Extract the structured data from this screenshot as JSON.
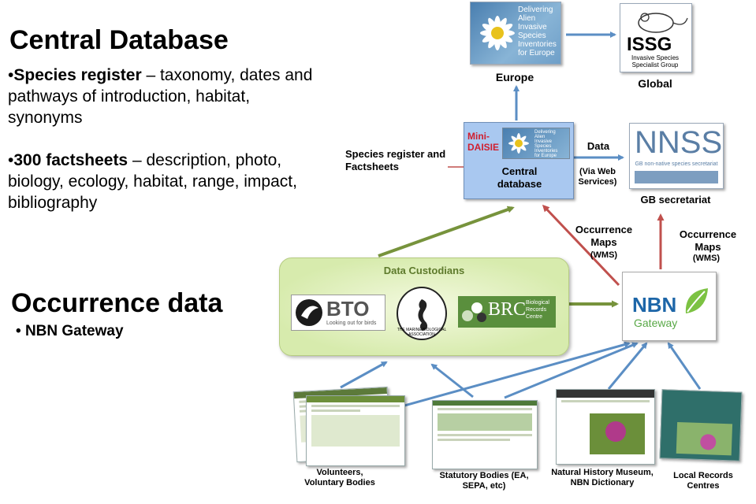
{
  "left": {
    "central_title": "Central Database",
    "species_register_bold": "Species register",
    "species_register_text": " – taxonomy, dates and pathways of introduction, habitat, synonyms",
    "factsheets_bold": "300 factsheets",
    "factsheets_text": " – description, photo, biology, ecology, habitat, range, impact, bibliography",
    "occurrence_title": "Occurrence data",
    "nbn_gateway": "NBN Gateway"
  },
  "top": {
    "daisie_logo_lines": [
      "Delivering",
      "Alien",
      "Invasive",
      "Species",
      "Inventories",
      "for Europe"
    ],
    "europe_label": "Europe",
    "issg_logo_text": "ISSG",
    "issg_logo_sub": "Invasive Species Specialist Group",
    "global_label": "Global"
  },
  "central": {
    "side_label": "Species register and Factsheets",
    "mini_daisie": "Mini-DAISIE",
    "label": "Central database",
    "data_label": "Data",
    "via_web": "(Via Web Services)",
    "nnss_logo": "NNSS",
    "nnss_sub": "GB non-native species secretariat",
    "gb_label": "GB secretariat"
  },
  "maps": {
    "occ_maps_left": "Occurrence Maps",
    "wms_left": "(WMS)",
    "occ_maps_right": "Occurrence Maps",
    "wms_right": "(WMS)"
  },
  "custodians": {
    "title": "Data Custodians",
    "bto": "BTO",
    "bto_sub": "Looking out for birds",
    "mba": "THE MARINE BIOLOGICAL ASSOCIATION",
    "brc": "BRC",
    "brc_sub": "Biological Records Centre"
  },
  "nbn": {
    "logo": "NBN",
    "sub": "Gateway"
  },
  "sources": [
    {
      "label": "Volunteers, Voluntary Bodies"
    },
    {
      "label": "Statutory Bodies (EA, SEPA, etc)"
    },
    {
      "label": "Natural History Museum, NBN Dictionary"
    },
    {
      "label": "Local Records Centres"
    }
  ],
  "colors": {
    "arrow_blue": "#5b8ec4",
    "arrow_green": "#77933c",
    "arrow_red": "#c0504d",
    "custodian_fill": "#d7ebad",
    "central_fill": "#a9c8f0",
    "mini_red": "#d01f2f"
  }
}
